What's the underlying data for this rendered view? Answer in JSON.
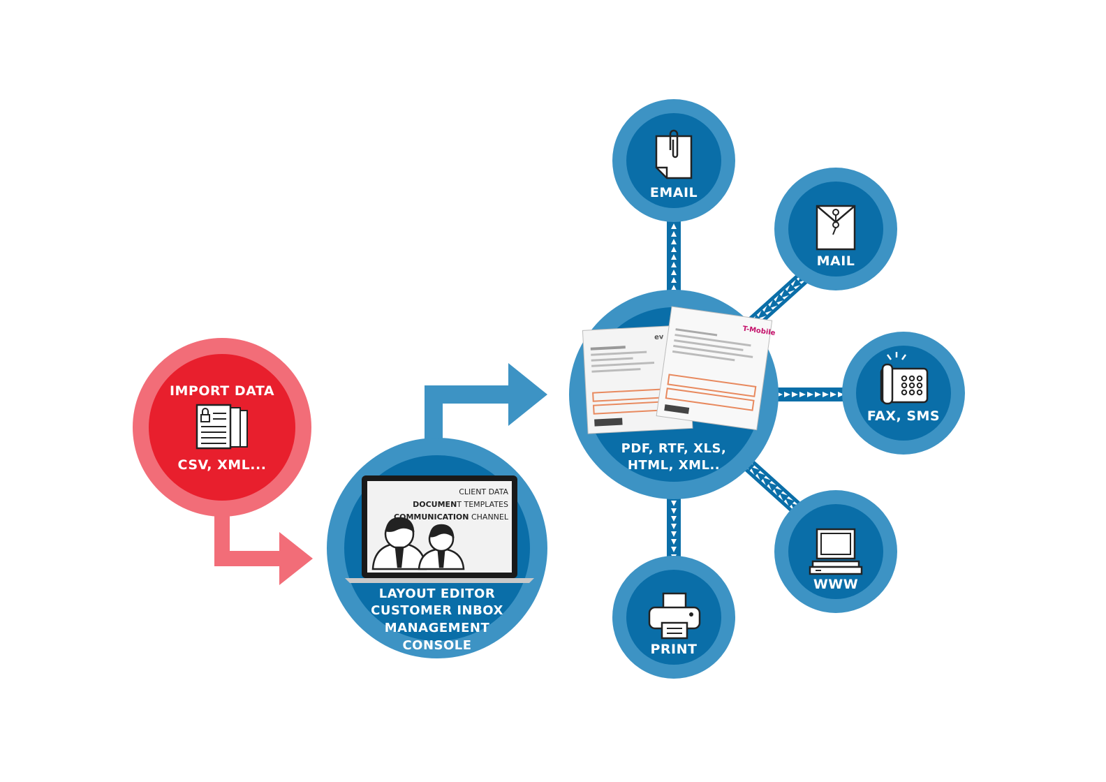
{
  "import": {
    "title": "IMPORT DATA",
    "subtitle": "CSV, XML..."
  },
  "console": {
    "screen_lines": [
      {
        "bold": "",
        "normal": "CLIENT DATA"
      },
      {
        "bold": "DOCUMEN",
        "normal": "T TEMPLATES"
      },
      {
        "bold": "COMMUNICATION",
        "normal": " CHANNEL"
      }
    ],
    "labels": [
      "LAYOUT EDITOR",
      "CUSTOMER INBOX",
      "MANAGEMENT",
      "CONSOLE"
    ]
  },
  "formats": {
    "lines": [
      "PDF, RTF, XLS,",
      "HTML, XML.."
    ],
    "doc_logo": "ev",
    "doc_brand": "T-Mobile"
  },
  "channels": {
    "email": "EMAIL",
    "mail": "MAIL",
    "fax": "FAX, SMS",
    "www": "WWW",
    "print": "PRINT"
  },
  "colors": {
    "blue_dark": "#0a6ea8",
    "blue_ring": "#3d93c4",
    "red_dark": "#e81f2d",
    "red_ring": "#f26d78",
    "white": "#ffffff"
  }
}
